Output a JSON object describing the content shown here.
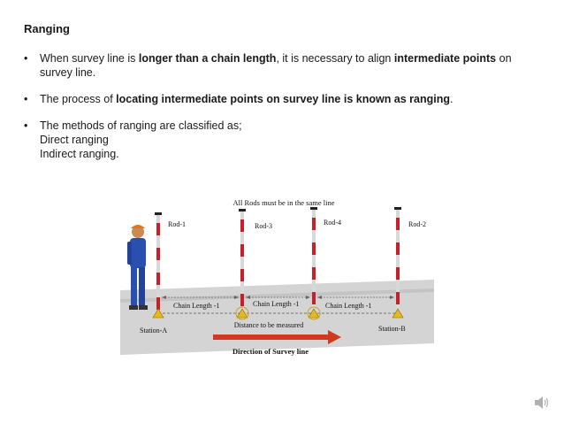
{
  "slide": {
    "title": "Ranging",
    "bullets": [
      {
        "parts": [
          {
            "t": "When survey line is ",
            "b": false
          },
          {
            "t": "longer than a chain length",
            "b": true
          },
          {
            "t": ", it is necessary to align ",
            "b": false
          },
          {
            "t": "intermediate points",
            "b": true
          },
          {
            "t": " on survey line.",
            "b": false
          }
        ]
      },
      {
        "parts": [
          {
            "t": "The process of ",
            "b": false
          },
          {
            "t": "locating intermediate points on survey line is known as ranging",
            "b": true
          },
          {
            "t": ".",
            "b": false
          }
        ]
      },
      {
        "parts": [
          {
            "t": "The methods of ranging are classified as;",
            "b": false
          }
        ],
        "sublines": [
          "Direct ranging",
          "Indirect ranging."
        ]
      }
    ]
  },
  "figure": {
    "caption_top": "All Rods must be in the same line",
    "rods": [
      "Rod-1",
      "Rod-3",
      "Rod-4",
      "Rod-2"
    ],
    "chain_labels": [
      "Chain Length -1",
      "Chain Length -1",
      "Chain Length -1"
    ],
    "distance_label": "Distance to be measured",
    "station_a": "Station-A",
    "station_b": "Station-B",
    "direction_label": "Direction of Survey line"
  },
  "icons": {
    "speaker": "speaker-icon"
  }
}
